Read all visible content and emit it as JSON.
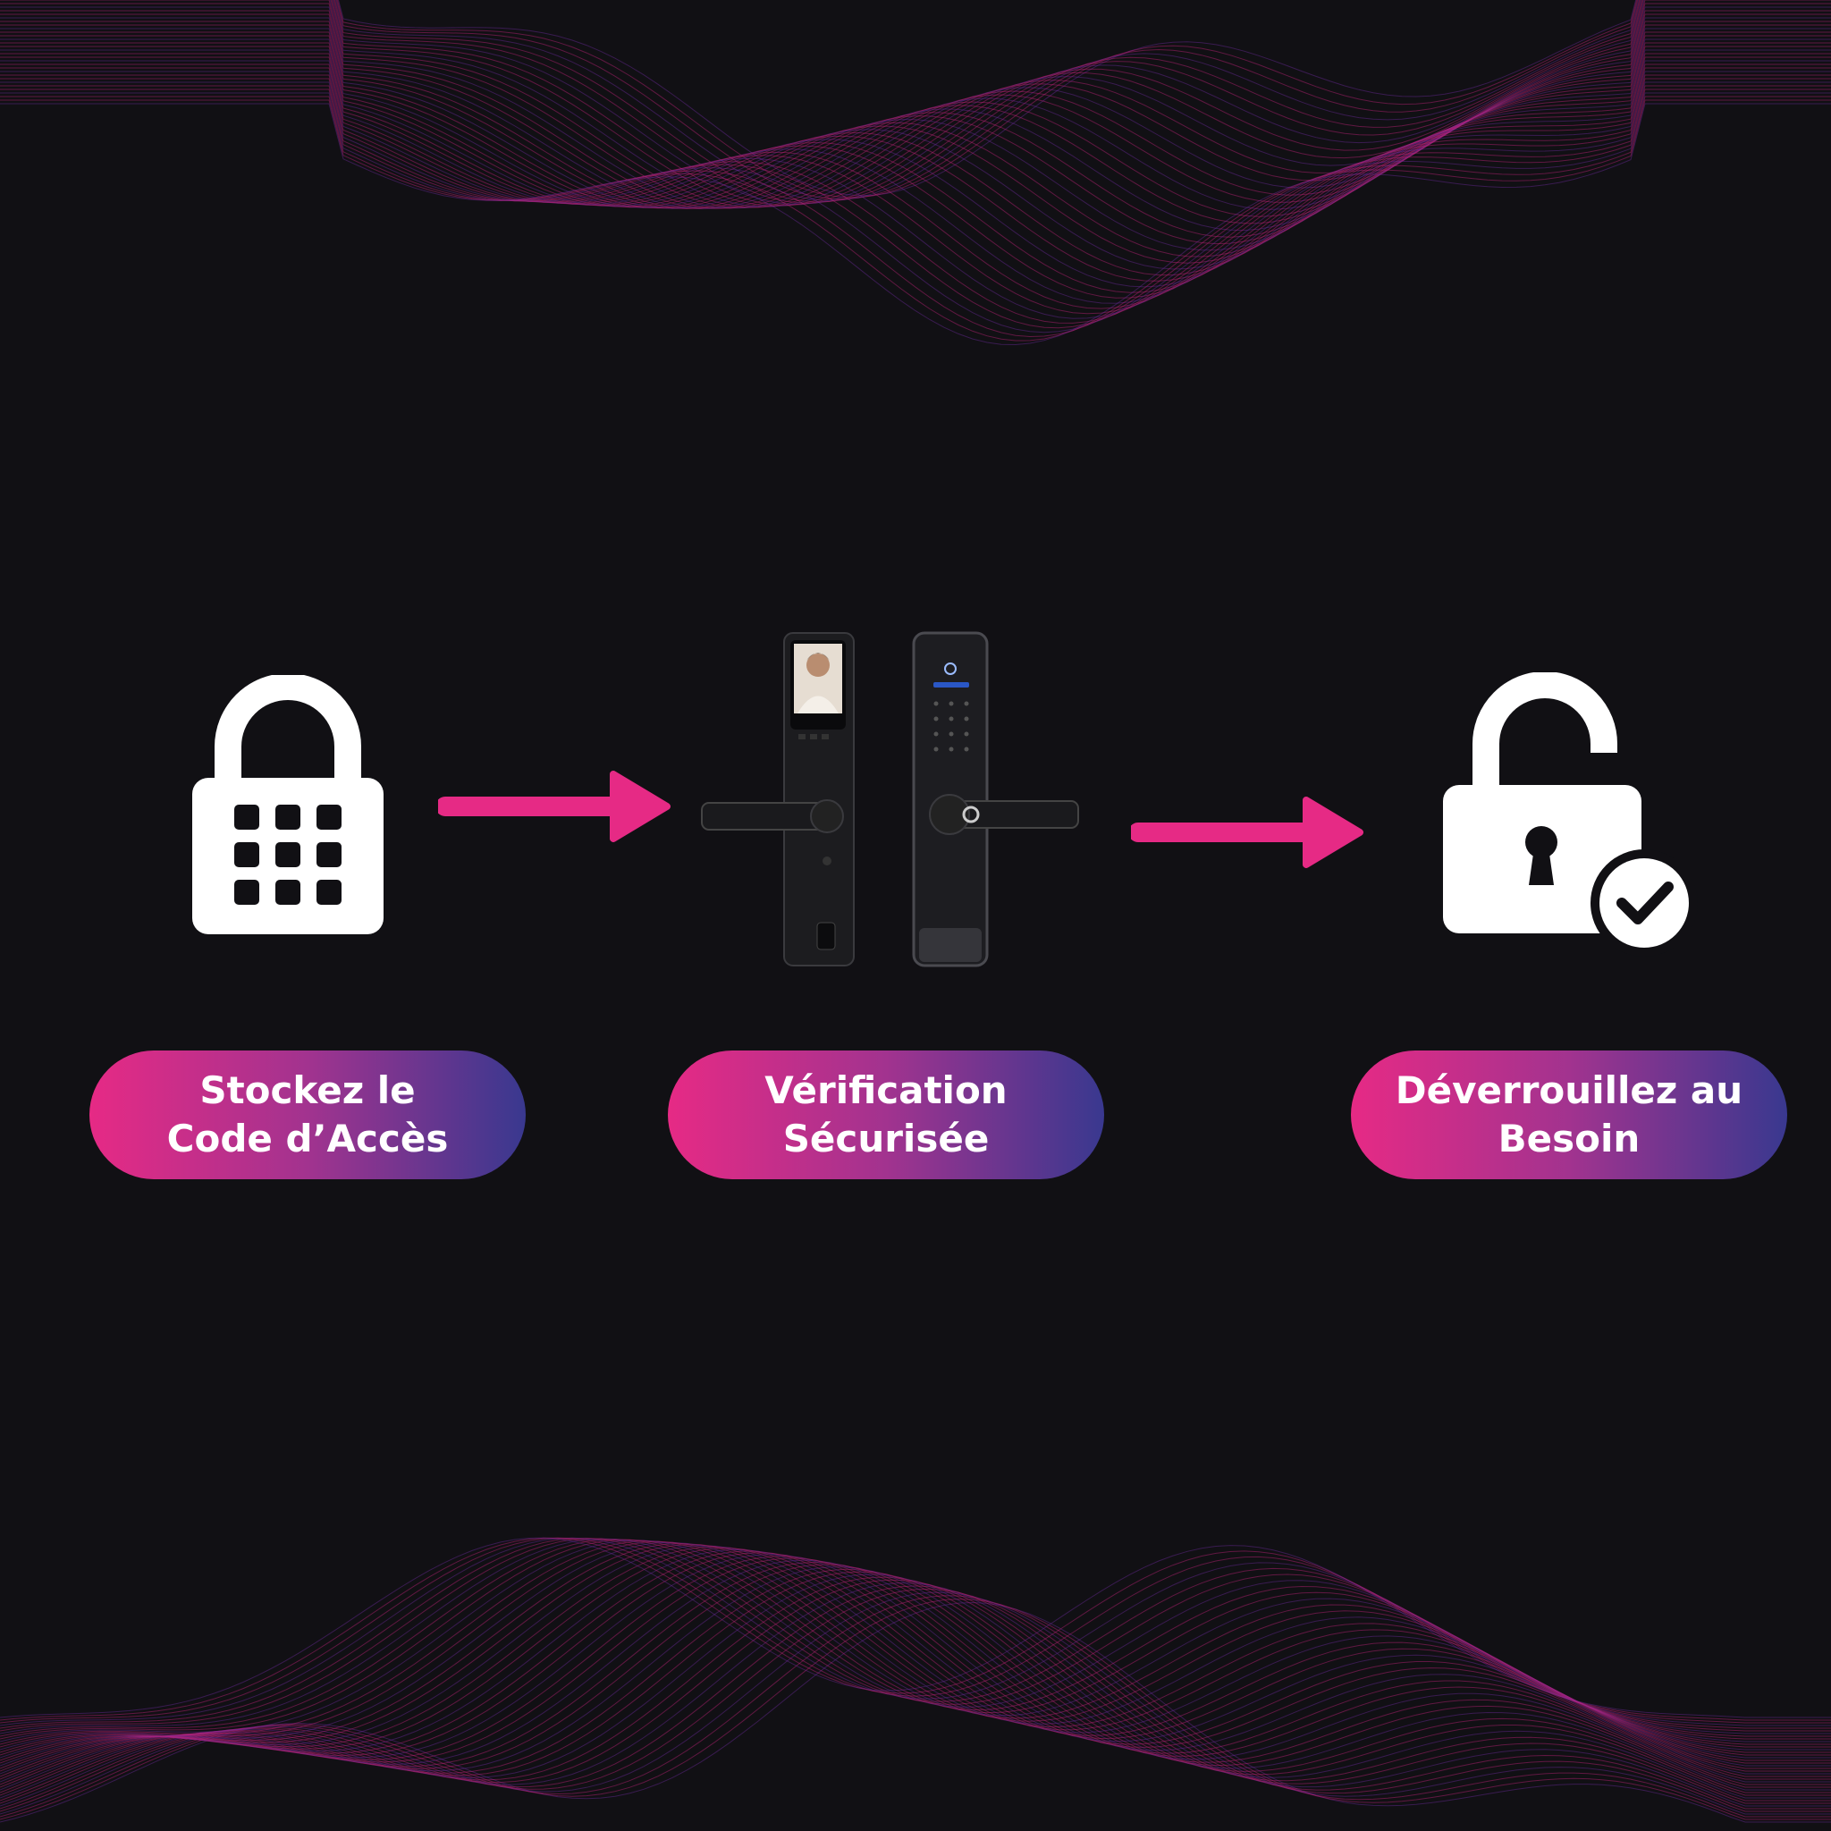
{
  "steps": [
    {
      "label_line1": "Stockez le",
      "label_line2": "Code d’Accès",
      "icon": "keypad-lock-icon"
    },
    {
      "label_line1": "Vérification",
      "label_line2": "Sécurisée",
      "icon": "smart-door-lock-image"
    },
    {
      "label_line1": "Déverrouillez au",
      "label_line2": "Besoin",
      "icon": "unlocked-padlock-check-icon"
    }
  ],
  "colors": {
    "background": "#111014",
    "accent": "#e62a85",
    "gradient_end": "#39388f"
  }
}
